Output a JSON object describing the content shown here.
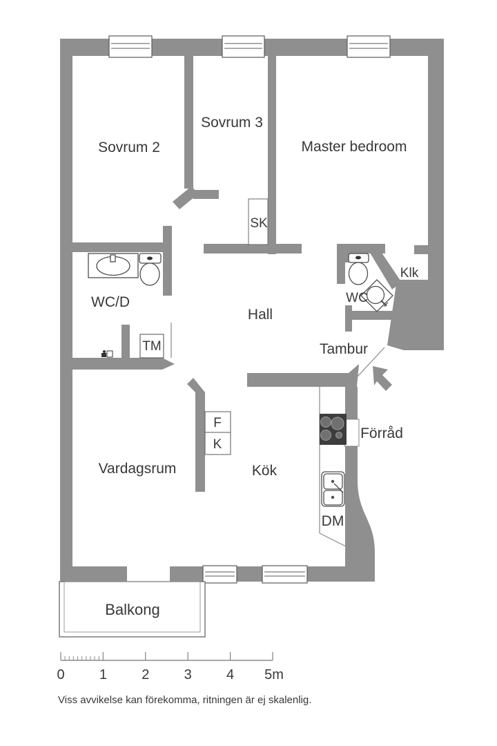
{
  "colors": {
    "wall": "#8f8f8f",
    "outline": "#4d4d4d",
    "text": "#383838",
    "thin": "#9a9a9a",
    "stove": "#3d3d3d",
    "burner": "#707070"
  },
  "rooms": {
    "sovrum2": "Sovrum 2",
    "sovrum3": "Sovrum 3",
    "master": "Master bedroom",
    "hall": "Hall",
    "tambur": "Tambur",
    "wcd": "WC/D",
    "wc": "WC",
    "klk": "Klk",
    "sk": "SK",
    "tm": "TM",
    "freezer": "F",
    "fridge": "K",
    "dm": "DM",
    "forrad": "Förråd",
    "kok": "Kök",
    "vardagsrum": "Vardagsrum",
    "balkong": "Balkong"
  },
  "icons": [
    "window-icon",
    "bathroom-sink-icon",
    "toilet-icon",
    "corner-sink-icon",
    "washing-machine-icon",
    "floor-drain-icon",
    "stove-icon",
    "kitchen-sink-icon",
    "entrance-arrow-icon",
    "door-swing-icon"
  ],
  "scale_bar": {
    "unit_labels": [
      "0",
      "1",
      "2",
      "3",
      "4",
      "5m"
    ]
  },
  "disclaimer": "Viss avvikelse kan förekomma, ritningen är ej skalenlig."
}
